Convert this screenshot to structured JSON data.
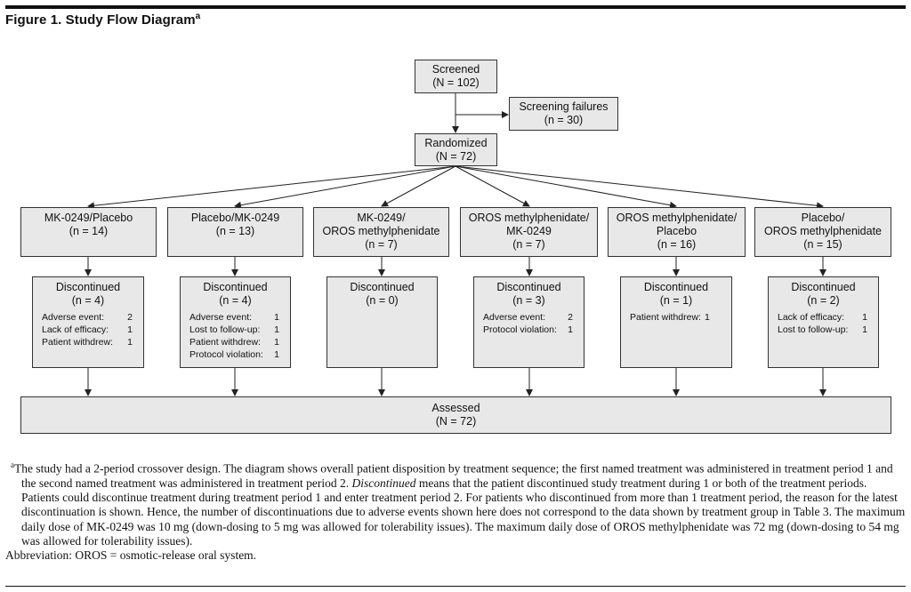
{
  "figure": {
    "title": "Figure 1. Study Flow Diagram",
    "title_sup": "a"
  },
  "screened": {
    "label": "Screened",
    "n": "(N = 102)"
  },
  "screen_fail": {
    "label": "Screening failures",
    "n": "(n = 30)"
  },
  "randomized": {
    "label": "Randomized",
    "n": "(N = 72)"
  },
  "arms": [
    {
      "name": "MK-0249/Placebo",
      "name2": "",
      "n": "(n = 14)",
      "disc": "Discontinued",
      "disc_n": "(n = 4)",
      "reasons": [
        {
          "label": "Adverse event:",
          "value": "2"
        },
        {
          "label": "Lack of efficacy:",
          "value": "1"
        },
        {
          "label": "Patient withdrew:",
          "value": "1"
        }
      ]
    },
    {
      "name": "Placebo/MK-0249",
      "name2": "",
      "n": "(n = 13)",
      "disc": "Discontinued",
      "disc_n": "(n = 4)",
      "reasons": [
        {
          "label": "Adverse event:",
          "value": "1"
        },
        {
          "label": "Lost to follow-up:",
          "value": "1"
        },
        {
          "label": "Patient withdrew:",
          "value": "1"
        },
        {
          "label": "Protocol violation:",
          "value": "1"
        }
      ]
    },
    {
      "name": "MK-0249/",
      "name2": "OROS methylphenidate",
      "n": "(n = 7)",
      "disc": "Discontinued",
      "disc_n": "(n = 0)",
      "reasons": []
    },
    {
      "name": "OROS methylphenidate/",
      "name2": "MK-0249",
      "n": "(n = 7)",
      "disc": "Discontinued",
      "disc_n": "(n = 3)",
      "reasons": [
        {
          "label": "Adverse event:",
          "value": "2"
        },
        {
          "label": "Protocol violation:",
          "value": "1"
        }
      ]
    },
    {
      "name": "OROS methylphenidate/",
      "name2": "Placebo",
      "n": "(n = 16)",
      "disc": "Discontinued",
      "disc_n": "(n = 1)",
      "reasons": [
        {
          "label": "Patient withdrew:",
          "value": "1"
        }
      ]
    },
    {
      "name": "Placebo/",
      "name2": "OROS methylphenidate",
      "n": "(n = 15)",
      "disc": "Discontinued",
      "disc_n": "(n = 2)",
      "reasons": [
        {
          "label": "Lack of efficacy:",
          "value": "1"
        },
        {
          "label": "Lost to follow-up:",
          "value": "1"
        }
      ]
    }
  ],
  "assessed": {
    "label": "Assessed",
    "n": "(N = 72)"
  },
  "footnote": {
    "marker": "a",
    "part1": "The study had a 2-period crossover design. The diagram shows overall patient disposition by treatment sequence; the first named treatment was administered in treatment period 1 and the second named treatment was administered in treatment period 2. ",
    "italic": "Discontinued",
    "part2": " means that the patient discontinued study treatment during 1 or both of the treatment periods. Patients could discontinue treatment during treatment period 1 and enter treatment period 2. For patients who discontinued from more than 1 treatment period, the reason for the latest discontinuation is shown. Hence, the number of discontinuations due to adverse events shown here does not correspond to the data shown by treatment group in Table 3. The maximum daily dose of MK-0249 was 10 mg (down-dosing to 5 mg was allowed for tolerability issues). The maximum daily dose of OROS methylphenidate was 72 mg (down-dosing to 54 mg was allowed for tolerability issues).",
    "abbreviation": "Abbreviation: OROS = osmotic-release oral system."
  }
}
